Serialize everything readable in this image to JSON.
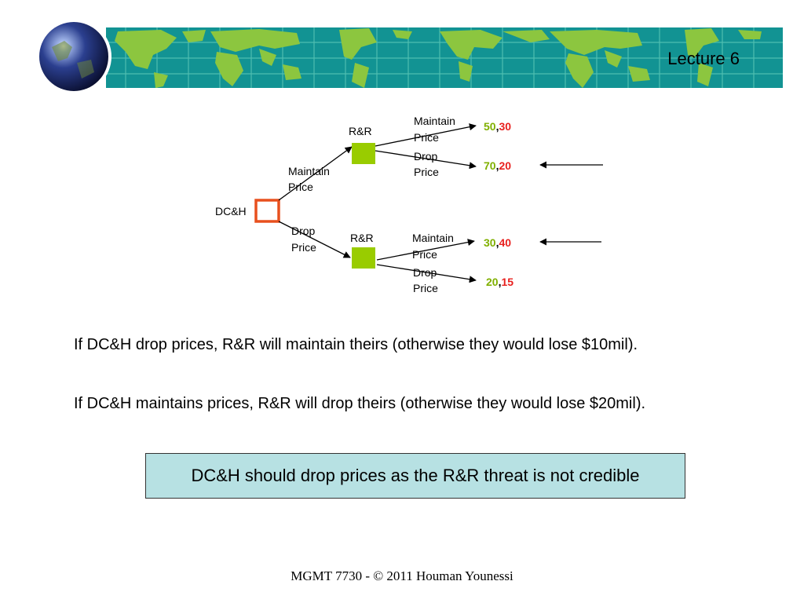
{
  "header": {
    "lecture_title": "Lecture 6",
    "colors": {
      "band": "#129393",
      "land": "#8cc63f",
      "globe": "#2b3f8f"
    }
  },
  "tree": {
    "root_label": "DC&H",
    "upper_node_label": "R&R",
    "lower_node_label": "R&R",
    "root_upper_branch": {
      "line1": "Maintain",
      "line2": "Price"
    },
    "root_lower_branch": {
      "line1": "Drop",
      "line2": "Price"
    },
    "upper_maintain": {
      "line1": "Maintain",
      "line2": "Price"
    },
    "upper_drop": {
      "line1": "Drop",
      "line2": "Price"
    },
    "lower_maintain": {
      "line1": "Maintain",
      "line2": "Price"
    },
    "lower_drop": {
      "line1": "Drop",
      "line2": "Price"
    },
    "payoffs": [
      {
        "first": "50",
        "sep": ",",
        "second": "30"
      },
      {
        "first": "70",
        "sep": ",",
        "second": "20"
      },
      {
        "first": "30",
        "sep": ",",
        "second": "40"
      },
      {
        "first": "20",
        "sep": ",",
        "second": "15"
      }
    ],
    "colors": {
      "root_box": "#e8501e",
      "node_box": "#99cc00",
      "payoff_first": "#80b000",
      "payoff_second": "#e8201e"
    }
  },
  "text": {
    "para1": "If DC&H drop prices, R&R will maintain theirs (otherwise they would lose $10mil).",
    "para2": "If DC&H maintains prices, R&R will drop theirs (otherwise they would lose $20mil).",
    "conclusion": "DC&H should drop prices as the R&R threat is not credible"
  },
  "footer": {
    "text": "MGMT 7730 - © 2011 Houman Younessi"
  }
}
